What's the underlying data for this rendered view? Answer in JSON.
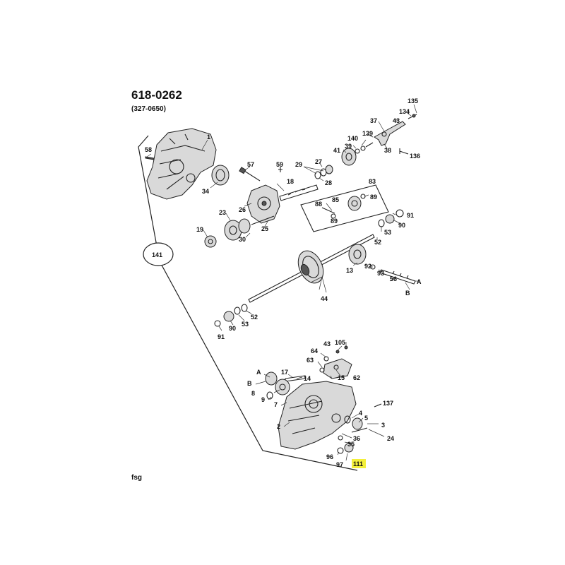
{
  "header": {
    "model": "618-0262",
    "sub_model": "(327-0650)"
  },
  "footer": {
    "code": "fsg"
  },
  "colors": {
    "highlight": "#f3ef3a"
  },
  "callouts": {
    "c1": "1",
    "c2": "2",
    "c3": "3",
    "c4": "4",
    "c5": "5",
    "c7": "7",
    "c8": "8",
    "c9": "9",
    "c13": "13",
    "c14": "14",
    "c15": "15",
    "c17": "17",
    "c18": "18",
    "c19": "19",
    "c23": "23",
    "c24": "24",
    "c25": "25",
    "c26": "26",
    "c27": "27",
    "c28": "28",
    "c29": "29",
    "c30": "30",
    "c34": "34",
    "c35": "35",
    "c36": "36",
    "c37": "37",
    "c38": "38",
    "c39": "39",
    "c41": "41",
    "c43a": "43",
    "c43b": "43",
    "c44": "44",
    "c52a": "52",
    "c52b": "52",
    "c53a": "53",
    "c53b": "53",
    "c56": "56",
    "c57": "57",
    "c58": "58",
    "c59": "59",
    "c62": "62",
    "c63": "63",
    "c64": "64",
    "c83": "83",
    "c85": "85",
    "c88": "88",
    "c89a": "89",
    "c89b": "89",
    "c90a": "90",
    "c90b": "90",
    "c91a": "91",
    "c91b": "91",
    "c92": "92",
    "c93": "93",
    "c96": "96",
    "c97": "97",
    "c105": "105",
    "c111": "111",
    "c134": "134",
    "c135": "135",
    "c136": "136",
    "c137": "137",
    "c139": "139",
    "c140": "140",
    "c141": "141",
    "cA1": "A",
    "cA2": "A",
    "cB1": "B",
    "cB2": "B"
  }
}
